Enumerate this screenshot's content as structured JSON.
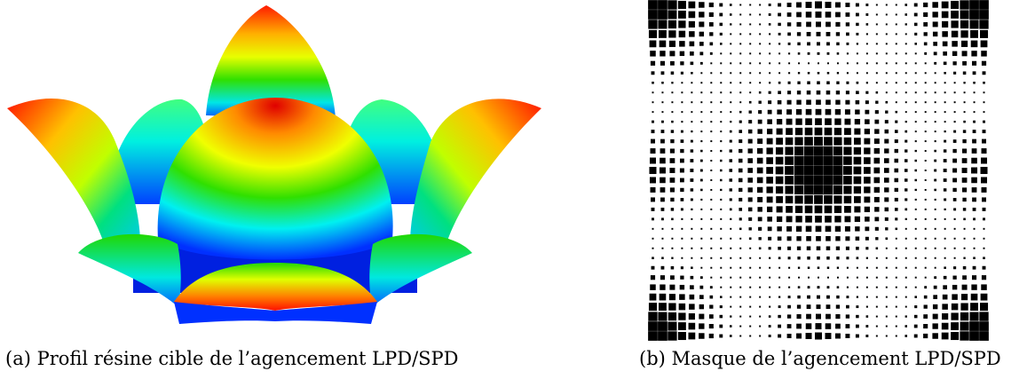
{
  "figure_a": {
    "caption_label": "(a)",
    "caption_text": "Profil résine cible de l’agencement LPD/SPD",
    "colormap": [
      "#0000ff",
      "#00ffff",
      "#00ff00",
      "#ffff00",
      "#ff0000"
    ]
  },
  "figure_b": {
    "caption_label": "(b)",
    "caption_text": "Masque de l’agencement LPD/SPD",
    "grid_cells": 35,
    "fill_color": "#000000",
    "background": "#ffffff"
  }
}
